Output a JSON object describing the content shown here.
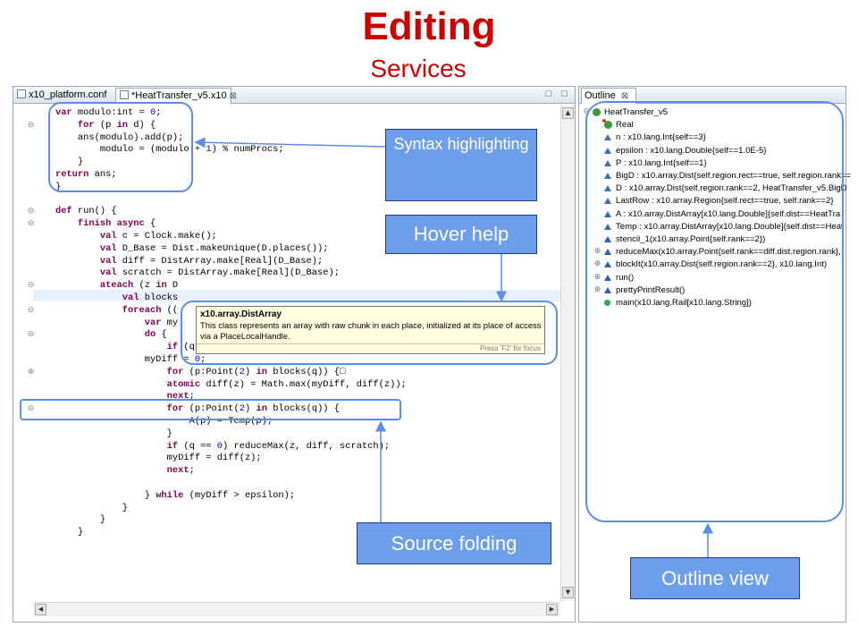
{
  "slide": {
    "title": "Editing",
    "subtitle": "Services"
  },
  "editor": {
    "tabs": [
      {
        "label": "x10_platform.conf"
      },
      {
        "label": "*HeatTransfer_v5.x10",
        "close": "⊠"
      }
    ],
    "window_buttons": "□ □",
    "code_lines": [
      [
        {
          "t": "    "
        },
        {
          "t": "var",
          "c": "kw"
        },
        {
          "t": " modulo:int = "
        },
        {
          "t": "0",
          "c": "num"
        },
        {
          "t": ";"
        }
      ],
      [
        {
          "t": "        "
        },
        {
          "t": "for",
          "c": "kw"
        },
        {
          "t": " (p "
        },
        {
          "t": "in",
          "c": "kw"
        },
        {
          "t": " d) {"
        }
      ],
      [
        {
          "t": "        ans(modulo).add(p);"
        }
      ],
      [
        {
          "t": "            modulo = (modulo + "
        },
        {
          "t": "1",
          "c": "num"
        },
        {
          "t": ") % numProcs;"
        }
      ],
      [
        {
          "t": "        }"
        }
      ],
      [
        {
          "t": "    "
        },
        {
          "t": "return",
          "c": "kw"
        },
        {
          "t": " ans;"
        }
      ],
      [
        {
          "t": "    }"
        }
      ],
      [
        {
          "t": ""
        }
      ],
      [
        {
          "t": "    "
        },
        {
          "t": "def",
          "c": "kw"
        },
        {
          "t": " run() {"
        }
      ],
      [
        {
          "t": "        "
        },
        {
          "t": "finish",
          "c": "kw"
        },
        {
          "t": " "
        },
        {
          "t": "async",
          "c": "kw"
        },
        {
          "t": " {"
        }
      ],
      [
        {
          "t": "            "
        },
        {
          "t": "val",
          "c": "kw"
        },
        {
          "t": " c = Clock.make();"
        }
      ],
      [
        {
          "t": "            "
        },
        {
          "t": "val",
          "c": "kw"
        },
        {
          "t": " D_Base = Dist.makeUnique(D.places());"
        }
      ],
      [
        {
          "t": "            "
        },
        {
          "t": "val",
          "c": "kw"
        },
        {
          "t": " diff = DistArray.make[Real](D_Base);"
        }
      ],
      [
        {
          "t": "            "
        },
        {
          "t": "val",
          "c": "kw"
        },
        {
          "t": " scratch = DistArray.make[Real](D_Base);"
        }
      ],
      [
        {
          "t": "            "
        },
        {
          "t": "ateach",
          "c": "kw"
        },
        {
          "t": " (z "
        },
        {
          "t": "in",
          "c": "kw"
        },
        {
          "t": " D"
        }
      ],
      [
        {
          "t": "                "
        },
        {
          "t": "val",
          "c": "kw"
        },
        {
          "t": " blocks"
        }
      ],
      [
        {
          "t": "                "
        },
        {
          "t": "foreach",
          "c": "kw"
        },
        {
          "t": " (("
        }
      ],
      [
        {
          "t": "                    "
        },
        {
          "t": "var",
          "c": "kw"
        },
        {
          "t": " my"
        }
      ],
      [
        {
          "t": "                    "
        },
        {
          "t": "do",
          "c": "kw"
        },
        {
          "t": " {"
        }
      ],
      [
        {
          "t": "                        "
        },
        {
          "t": "if",
          "c": "kw"
        },
        {
          "t": " (q == "
        },
        {
          "t": "0",
          "c": "num"
        },
        {
          "t": ") diff(z) = "
        },
        {
          "t": "0",
          "c": "num"
        },
        {
          "t": ";"
        }
      ],
      [
        {
          "t": "                    myDiff = "
        },
        {
          "t": "0",
          "c": "num"
        },
        {
          "t": ";"
        }
      ],
      [
        {
          "t": "                        "
        },
        {
          "t": "for",
          "c": "kw"
        },
        {
          "t": " (p:Point("
        },
        {
          "t": "2",
          "c": "num"
        },
        {
          "t": ") "
        },
        {
          "t": "in",
          "c": "kw"
        },
        {
          "t": " blocks(q)) {□"
        }
      ],
      [
        {
          "t": "                        "
        },
        {
          "t": "atomic",
          "c": "kw"
        },
        {
          "t": " diff(z) = Math.max(myDiff, diff(z));"
        }
      ],
      [
        {
          "t": "                        "
        },
        {
          "t": "next",
          "c": "kw"
        },
        {
          "t": ";"
        }
      ],
      [
        {
          "t": "                        "
        },
        {
          "t": "for",
          "c": "kw"
        },
        {
          "t": " (p:Point("
        },
        {
          "t": "2",
          "c": "num"
        },
        {
          "t": ") "
        },
        {
          "t": "in",
          "c": "kw"
        },
        {
          "t": " blocks(q)) {"
        }
      ],
      [
        {
          "t": "                            A(p) = Temp(p);"
        }
      ],
      [
        {
          "t": "                        }"
        }
      ],
      [
        {
          "t": "                        "
        },
        {
          "t": "if",
          "c": "kw"
        },
        {
          "t": " (q == "
        },
        {
          "t": "0",
          "c": "num"
        },
        {
          "t": ") reduceMax(z, diff, scratch);"
        }
      ],
      [
        {
          "t": "                        myDiff = diff(z);"
        }
      ],
      [
        {
          "t": "                        "
        },
        {
          "t": "next",
          "c": "kw"
        },
        {
          "t": ";"
        }
      ],
      [
        {
          "t": ""
        }
      ],
      [
        {
          "t": "                    } "
        },
        {
          "t": "while",
          "c": "kw"
        },
        {
          "t": " (myDiff > epsilon);"
        }
      ],
      [
        {
          "t": "                }"
        }
      ],
      [
        {
          "t": "            }"
        }
      ],
      [
        {
          "t": "        }"
        }
      ]
    ],
    "hover": {
      "title": "x10.array.DistArray",
      "text": "This class represents an array with raw chunk in each place, initialized at its place of access via a PlaceLocalHandle.",
      "footer": "Press 'F2' for focus"
    }
  },
  "outline": {
    "tab_label": "Outline",
    "tab_close": "⊠",
    "items": [
      {
        "label": "HeatTransfer_v5",
        "icon": "class",
        "toggle": "⊖",
        "indent": 0
      },
      {
        "label": "Real",
        "icon": "real",
        "toggle": "",
        "indent": 1
      },
      {
        "label": "n : x10.lang.Int{self==3}",
        "icon": "field",
        "toggle": "",
        "indent": 1
      },
      {
        "label": "epsilon : x10.lang.Double{self==1.0E-5}",
        "icon": "field",
        "toggle": "",
        "indent": 1
      },
      {
        "label": "P : x10.lang.Int{self==1}",
        "icon": "field",
        "toggle": "",
        "indent": 1
      },
      {
        "label": "BigD : x10.array.Dist{self.region.rect==true, self.region.rank==",
        "icon": "field",
        "toggle": "",
        "indent": 1
      },
      {
        "label": "D : x10.array.Dist{self.region.rank==2, HeatTransfer_v5.BigD",
        "icon": "field",
        "toggle": "",
        "indent": 1
      },
      {
        "label": "LastRow : x10.array.Region{self.rect==true, self.rank==2}",
        "icon": "field",
        "toggle": "",
        "indent": 1
      },
      {
        "label": "A : x10.array.DistArray[x10.lang.Double]{self.dist==HeatTra",
        "icon": "field",
        "toggle": "",
        "indent": 1
      },
      {
        "label": "Temp : x10.array.DistArray[x10.lang.Double]{self.dist==Heat",
        "icon": "field",
        "toggle": "",
        "indent": 1
      },
      {
        "label": "stencil_1(x10.array.Point{self.rank==2})",
        "icon": "method",
        "toggle": "",
        "indent": 1
      },
      {
        "label": "reduceMax(x10.array.Point{self.rank==diff.dist.region.rank},",
        "icon": "method",
        "toggle": "⊕",
        "indent": 1
      },
      {
        "label": "blockIt(x10.array.Dist{self.region.rank==2}, x10.lang.Int)",
        "icon": "method",
        "toggle": "⊕",
        "indent": 1
      },
      {
        "label": "run()",
        "icon": "method",
        "toggle": "⊕",
        "indent": 1
      },
      {
        "label": "prettyPrintResult()",
        "icon": "method",
        "toggle": "⊕",
        "indent": 1
      },
      {
        "label": "main(x10.lang.Rail[x10.lang.String])",
        "icon": "main",
        "toggle": "",
        "indent": 1
      }
    ]
  },
  "callouts": {
    "syntax": "Syntax highlighting",
    "hover": "Hover help",
    "folding": "Source folding",
    "outline": "Outline view"
  },
  "colors": {
    "title": "#cc0000",
    "callout_fill": "#6d9eeb",
    "callout_border": "#1f3c88",
    "keyword": "#7f0055",
    "number": "#0000ff"
  }
}
